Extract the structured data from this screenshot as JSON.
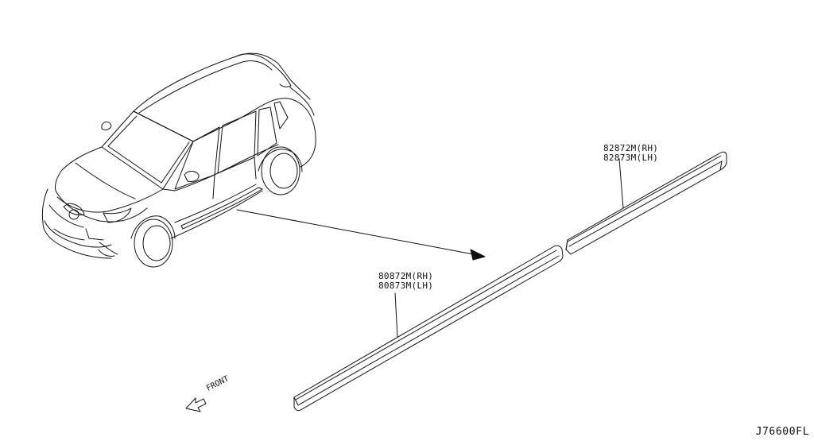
{
  "parts": {
    "rear_moulding": {
      "part_rh": "82872M(RH)",
      "part_lh": "82873M(LH)"
    },
    "front_moulding": {
      "part_rh": "80872M(RH)",
      "part_lh": "80873M(LH)"
    }
  },
  "orientation": {
    "label": "FRONT",
    "icon": "front-arrow-icon"
  },
  "figure_code": "J76600FL"
}
